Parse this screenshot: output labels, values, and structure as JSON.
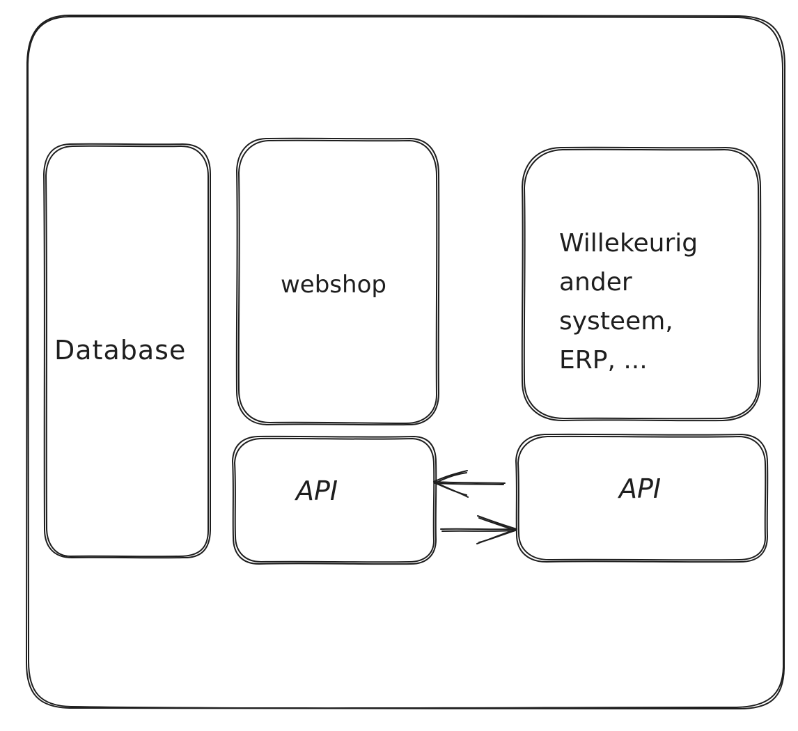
{
  "diagram": {
    "nodes": {
      "database": {
        "label": "Database"
      },
      "webshop": {
        "label": "webshop"
      },
      "other_system": {
        "label": "Willekeurig\nander\nsysteem,\nERP, ..."
      },
      "api_left": {
        "label": "API"
      },
      "api_right": {
        "label": "API"
      }
    },
    "edges": [
      {
        "from": "api_right",
        "to": "api_left"
      },
      {
        "from": "api_left",
        "to": "api_right"
      }
    ],
    "stroke_color": "#1e1e1e",
    "background_color": "#ffffff"
  }
}
